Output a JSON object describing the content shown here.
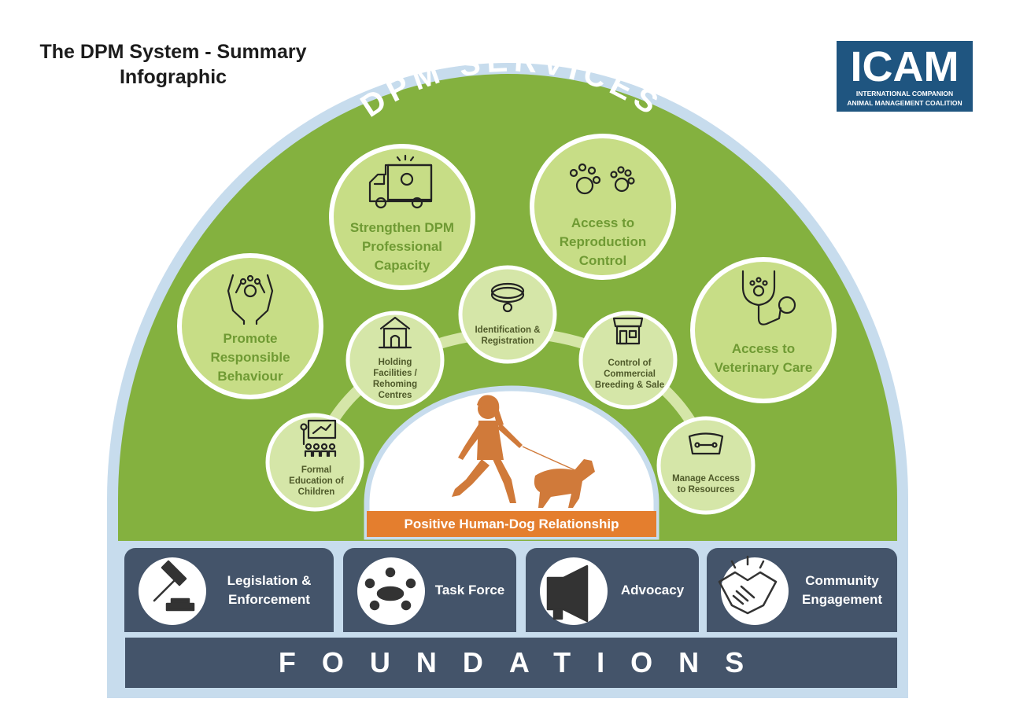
{
  "title": "The DPM System - Summary Infographic",
  "logo": {
    "name": "ICAM",
    "subtitle_line1": "INTERNATIONAL COMPANION",
    "subtitle_line2": "ANIMAL MANAGEMENT COALITION"
  },
  "arc_title": "DPM SERVICES",
  "services": [
    {
      "id": "strengthen",
      "label": "Strengthen DPM Professional Capacity",
      "icon": "animal-rescue-truck-icon"
    },
    {
      "id": "reproduction",
      "label": "Access to Reproduction Control",
      "icon": "paw-prints-icon"
    },
    {
      "id": "responsible",
      "label": "Promote Responsible Behaviour",
      "icon": "hands-holding-paw-icon"
    },
    {
      "id": "veterinary",
      "label": "Access to Veterinary Care",
      "icon": "stethoscope-paw-icon"
    }
  ],
  "inner_services": [
    {
      "id": "education",
      "label": "Formal Education of Children",
      "icon": "classroom-icon"
    },
    {
      "id": "holding",
      "label": "Holding Facilities / Rehoming Centres",
      "icon": "kennel-icon"
    },
    {
      "id": "identification",
      "label": "Identification & Registration",
      "icon": "dog-collar-icon"
    },
    {
      "id": "commercial",
      "label": "Control of Commercial Breeding & Sale",
      "icon": "shop-icon"
    },
    {
      "id": "resources",
      "label": "Manage Access to Resources",
      "icon": "dog-food-bowl-icon"
    }
  ],
  "center_label": "Positive Human-Dog Relationship",
  "pillars": [
    {
      "id": "legislation",
      "label": "Legislation & Enforcement",
      "icon": "gavel-icon"
    },
    {
      "id": "taskforce",
      "label": "Task Force",
      "icon": "meeting-table-icon"
    },
    {
      "id": "advocacy",
      "label": "Advocacy",
      "icon": "megaphone-icon"
    },
    {
      "id": "community",
      "label": "Community Engagement",
      "icon": "handshake-icon"
    }
  ],
  "foundations": "FOUNDATIONS",
  "colors": {
    "light_blue": "#c7dced",
    "green": "#84b13f",
    "circle_fill": "#c7dd86",
    "small_circle_fill": "#d5e6a8",
    "orange": "#e47e2e",
    "slate": "#44546a",
    "icam_blue": "#1f5580"
  }
}
